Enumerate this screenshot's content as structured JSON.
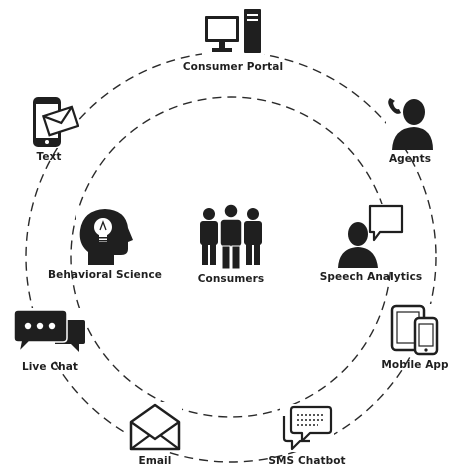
{
  "diagram": {
    "center": {
      "label": "Consumers",
      "icon": "people-group-icon"
    },
    "outer_nodes": [
      {
        "label": "Consumer Portal",
        "icon": "computer-icon"
      },
      {
        "label": "Agents",
        "icon": "agent-phone-icon"
      },
      {
        "label": "Mobile App",
        "icon": "tablet-phone-icon"
      },
      {
        "label": "SMS Chatbot",
        "icon": "chat-bubbles-icon"
      },
      {
        "label": "Email",
        "icon": "envelope-icon"
      },
      {
        "label": "Live Chat",
        "icon": "chat-bubbles-icon"
      },
      {
        "label": "Text",
        "icon": "smartphone-message-icon"
      }
    ],
    "inner_nodes": [
      {
        "label": "Behavioral Science",
        "icon": "head-lightbulb-icon"
      },
      {
        "label": "Speech Analytics",
        "icon": "person-speech-icon"
      }
    ],
    "colors": {
      "ink": "#1f1f1f",
      "line": "#2a2a2a",
      "background": "#ffffff"
    }
  }
}
